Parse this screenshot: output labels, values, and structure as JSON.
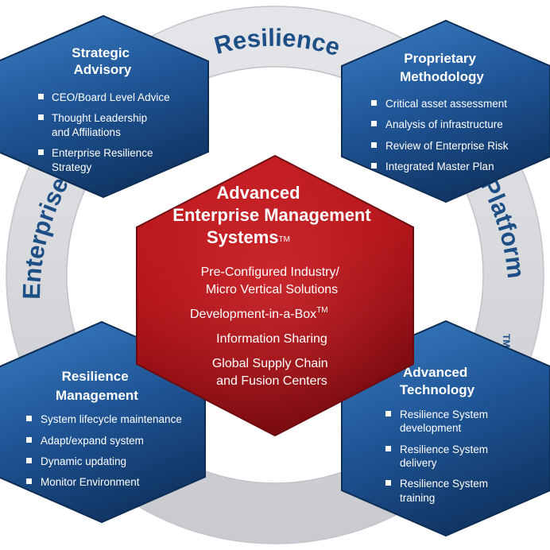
{
  "ring": {
    "top": "Resilience",
    "left": "Enterprise",
    "right": "Platform",
    "right_tm": "TM"
  },
  "center": {
    "title_lines": [
      "Advanced",
      "Enterprise Management",
      "Systems"
    ],
    "title_tm": "TM",
    "items": [
      [
        "Pre-Configured Industry/",
        "Micro Vertical Solutions"
      ],
      [
        "Development-in-a-Box"
      ],
      [
        "Information Sharing"
      ],
      [
        "Global Supply Chain",
        "and Fusion Centers"
      ]
    ],
    "item_tm": "TM"
  },
  "hexes": {
    "top_left": {
      "title_lines": [
        "Strategic",
        "Advisory"
      ],
      "items": [
        [
          "CEO/Board Level Advice"
        ],
        [
          "Thought Leadership",
          "and Affiliations"
        ],
        [
          "Enterprise Resilience",
          "Strategy"
        ]
      ]
    },
    "top_right": {
      "title_lines": [
        "Proprietary",
        "Methodology"
      ],
      "items": [
        [
          "Critical asset assessment"
        ],
        [
          "Analysis of infrastructure"
        ],
        [
          "Review of Enterprise Risk"
        ],
        [
          "Integrated Master Plan"
        ]
      ]
    },
    "bottom_left": {
      "title_lines": [
        "Resilience",
        "Management"
      ],
      "items": [
        [
          "System lifecycle maintenance"
        ],
        [
          "Adapt/expand system"
        ],
        [
          "Dynamic updating"
        ],
        [
          "Monitor Environment"
        ]
      ]
    },
    "bottom_right": {
      "title_lines": [
        "Advanced",
        "Technology"
      ],
      "items": [
        [
          "Resilience System",
          "development"
        ],
        [
          "Resilience System",
          "delivery"
        ],
        [
          "Resilience System",
          "training"
        ]
      ]
    }
  },
  "colors": {
    "ring": "#d7d9dd",
    "ring_text": "#1d4f86",
    "hex_blue_light": "#2d6cb2",
    "hex_blue_dark": "#12396b",
    "hex_red_light": "#d0262a",
    "hex_red_dark": "#7f0d12"
  }
}
